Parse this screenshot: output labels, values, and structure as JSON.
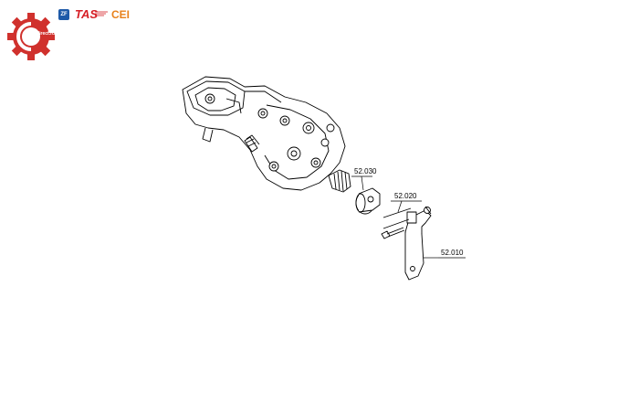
{
  "header": {
    "site_text": "mtdirect.ru",
    "brand_zf": "ZF",
    "brand_tas": "TAS",
    "brand_cei": "CEI",
    "colors": {
      "gear": "#d0312d",
      "zf": "#1e5aa8",
      "tas": "#d61f26",
      "cei": "#e8811b"
    }
  },
  "callouts": [
    {
      "id": "callout-52030",
      "text": "52.030"
    },
    {
      "id": "callout-52020",
      "text": "52.020"
    },
    {
      "id": "callout-52010",
      "text": "52.010"
    }
  ]
}
